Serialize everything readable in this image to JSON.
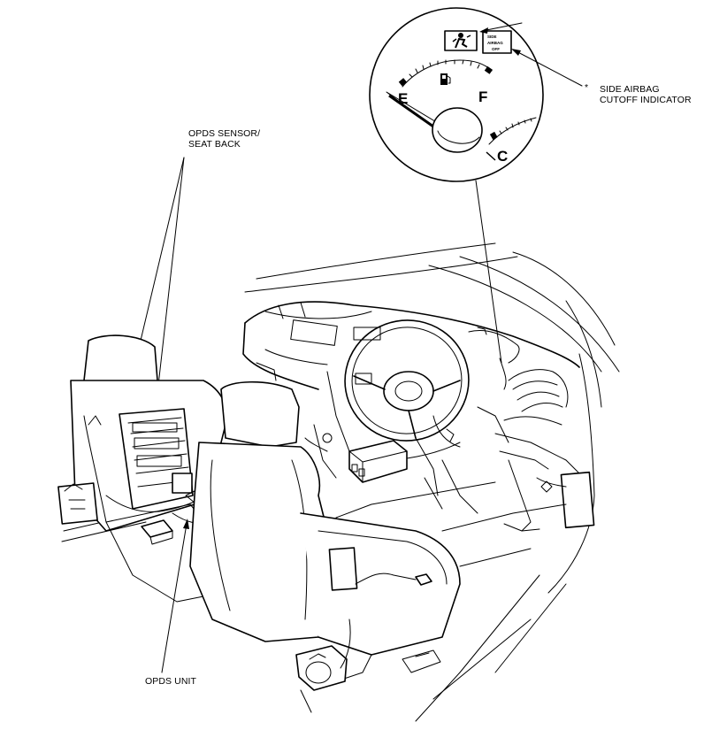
{
  "labels": {
    "opds_sensor_line1": "OPDS SENSOR/",
    "opds_sensor_line2": "SEAT BACK",
    "side_airbag_asterisk": "*",
    "side_airbag_line1": "SIDE AIRBAG",
    "side_airbag_line2": "CUTOFF INDICATOR",
    "opds_unit": "OPDS UNIT"
  },
  "gauge": {
    "empty": "E",
    "full": "F",
    "cold": "C",
    "indicator_line1": "SIDE",
    "indicator_line2": "AIRBAG",
    "indicator_line3": "OFF"
  },
  "icons": [
    "fuel-pump-icon",
    "passenger-airbag-icon",
    "side-airbag-off-icon"
  ]
}
